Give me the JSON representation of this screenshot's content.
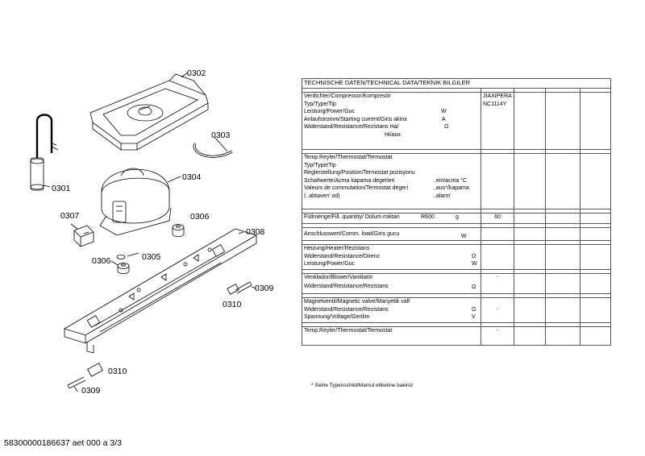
{
  "drawing": {
    "labels": {
      "p0302": "0302",
      "p0303": "0303",
      "p0301": "0301",
      "p0304": "0304",
      "p0307": "0307",
      "p0306a": "0306",
      "p0308": "0308",
      "p0306b": "0306",
      "p0305": "0305",
      "p0309a": "0309",
      "p0310a": "0310",
      "p0310b": "0310",
      "p0309b": "0309"
    }
  },
  "table": {
    "title": "TECHNISCHE DATEN/TECHNICAL DATA/TEKNIK BILGILER",
    "compressor": {
      "lines": [
        "Verdichter/Compressor/Kompresör",
        "Typ/Type/Tip",
        " Leistung/Power/Guc",
        "Anlaufstromm/Starting current/Giris akimi",
        "Widerstand/Resistance/Rezistans Ha/",
        "Hi/aux."
      ],
      "units": [
        "W",
        "A",
        "Ω"
      ],
      "values": [
        "JIAXIPERA",
        "NC1114Y"
      ]
    },
    "thermostat": {
      "lines": [
        "Temp.Reyler/Thermostat/Termostat",
        "Typ/Type/Tip",
        "Reglerstellung/Position/Termostat  pozisyonu",
        "Schaltwerte/Acma kapama degerleri",
        "Valeurs de commutation/Termostat degeri",
        "(..abtaven' od)"
      ],
      "units": [
        "..ein/acma °C",
        "..aus*/kapama",
        "..alarm'"
      ]
    },
    "fill": {
      "label": "Füllmenge/Fill. quantity/ Dolum miktari",
      "refrigerant": "R600",
      "unit": "g",
      "value": "60"
    },
    "connected_load": {
      "label": "Anschlusswert/Comm. load/Giris gucu",
      "unit": "W"
    },
    "heater": {
      "lines": [
        "Heizung/Heater/Rezistans",
        "Widerstand/Resistance/Direnc",
        "Leistung/Power/Guc"
      ],
      "units": [
        "Ω",
        "W"
      ]
    },
    "blower": {
      "lines": [
        "Ventilador/Blower/Vantilatör",
        " Widerstand/Resistance/Rezistans"
      ],
      "unit": "Ω",
      "value": "-"
    },
    "valve": {
      "lines": [
        "Magnetventil/Magnetic valve/Manyetik valf",
        " Widerstand/Resistance/Rezistans",
        " Spannung/Voltage/Gerilim"
      ],
      "units": [
        "Ω",
        "V"
      ],
      "value": "-"
    },
    "thermostat2": {
      "label": "Temp.Reyler/Thermostat/Termostat",
      "value": "-"
    }
  },
  "footnote": "* Siehe Typenschild/Mamul etiketine bakiniz",
  "footer": "58300000186637 aet 000 a 3/3"
}
